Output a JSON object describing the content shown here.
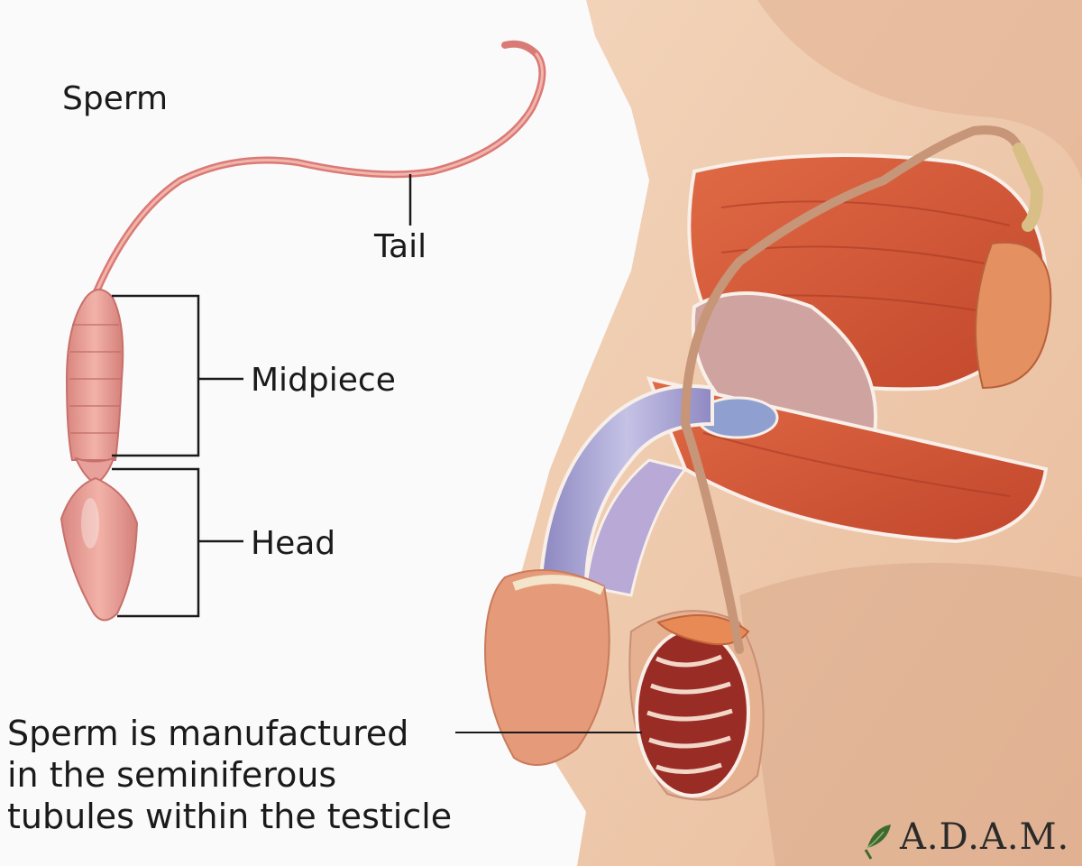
{
  "diagram": {
    "title": "Sperm",
    "parts": [
      {
        "id": "tail",
        "label": "Tail"
      },
      {
        "id": "midpiece",
        "label": "Midpiece"
      },
      {
        "id": "head",
        "label": "Head"
      }
    ],
    "caption_lines": [
      "Sperm is manufactured",
      "in the seminiferous",
      "tubules within the testicle"
    ],
    "brand": "A.D.A.M."
  },
  "colors": {
    "background": "#fbfafb",
    "skin": "#f1cdb0",
    "muscle": "#d8573a",
    "sperm_cell": "#e8a09a",
    "urethra": "#a9a6d3",
    "vas_deferens": "#c79578"
  }
}
